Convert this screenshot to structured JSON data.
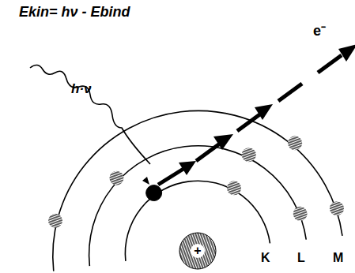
{
  "diagram": {
    "labels": [
      "Ekin= hν - Ebind",
      "h·ν",
      "e⁻",
      "+",
      "K",
      "L",
      "M"
    ]
  }
}
